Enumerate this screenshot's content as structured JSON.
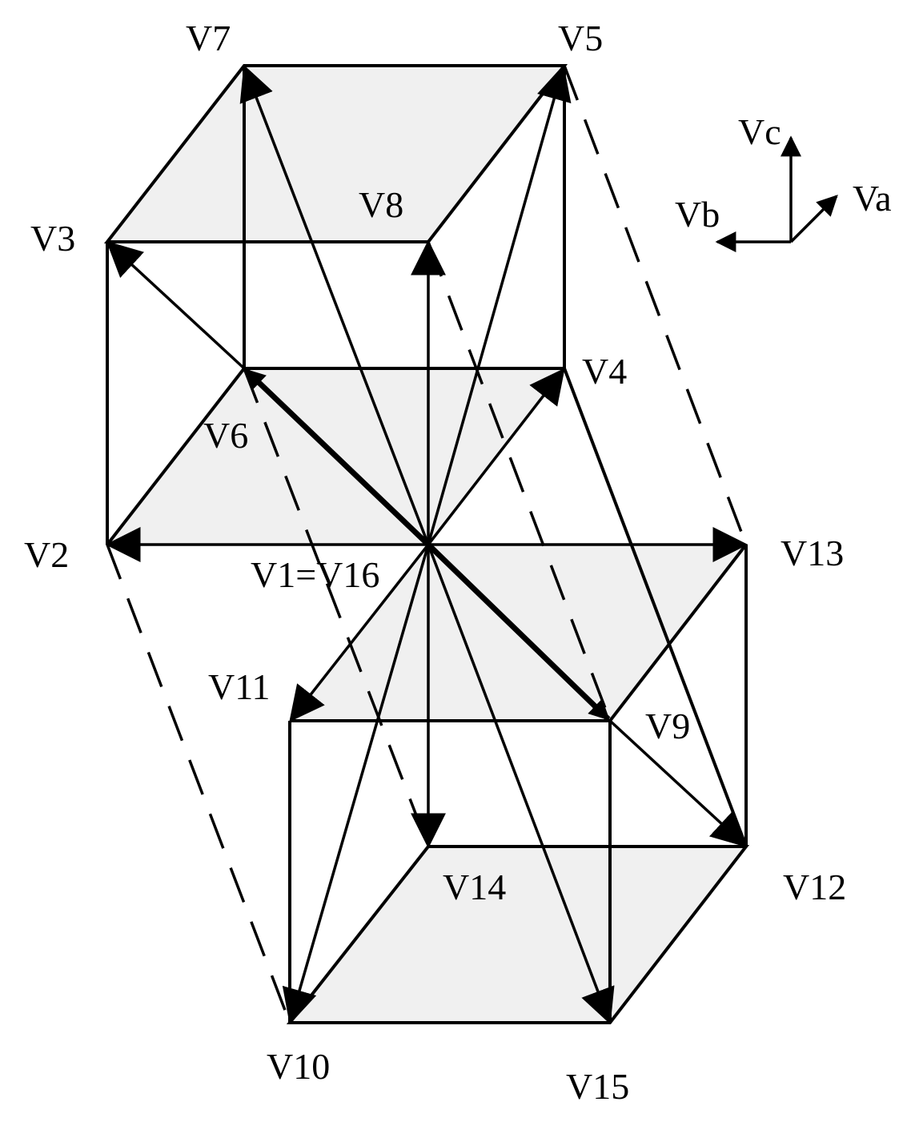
{
  "labels": {
    "v1_v16": "V1=V16",
    "v2": "V2",
    "v3": "V3",
    "v4": "V4",
    "v5": "V5",
    "v6": "V6",
    "v7": "V7",
    "v8": "V8",
    "v9": "V9",
    "v10": "V10",
    "v11": "V11",
    "v12": "V12",
    "v13": "V13",
    "v14": "V14",
    "v15": "V15"
  },
  "axes": {
    "va": "Va",
    "vb": "Vb",
    "vc": "Vc"
  },
  "colors": {
    "line": "#000000",
    "face_fill": "#f0f0f0",
    "background": "#ffffff"
  }
}
